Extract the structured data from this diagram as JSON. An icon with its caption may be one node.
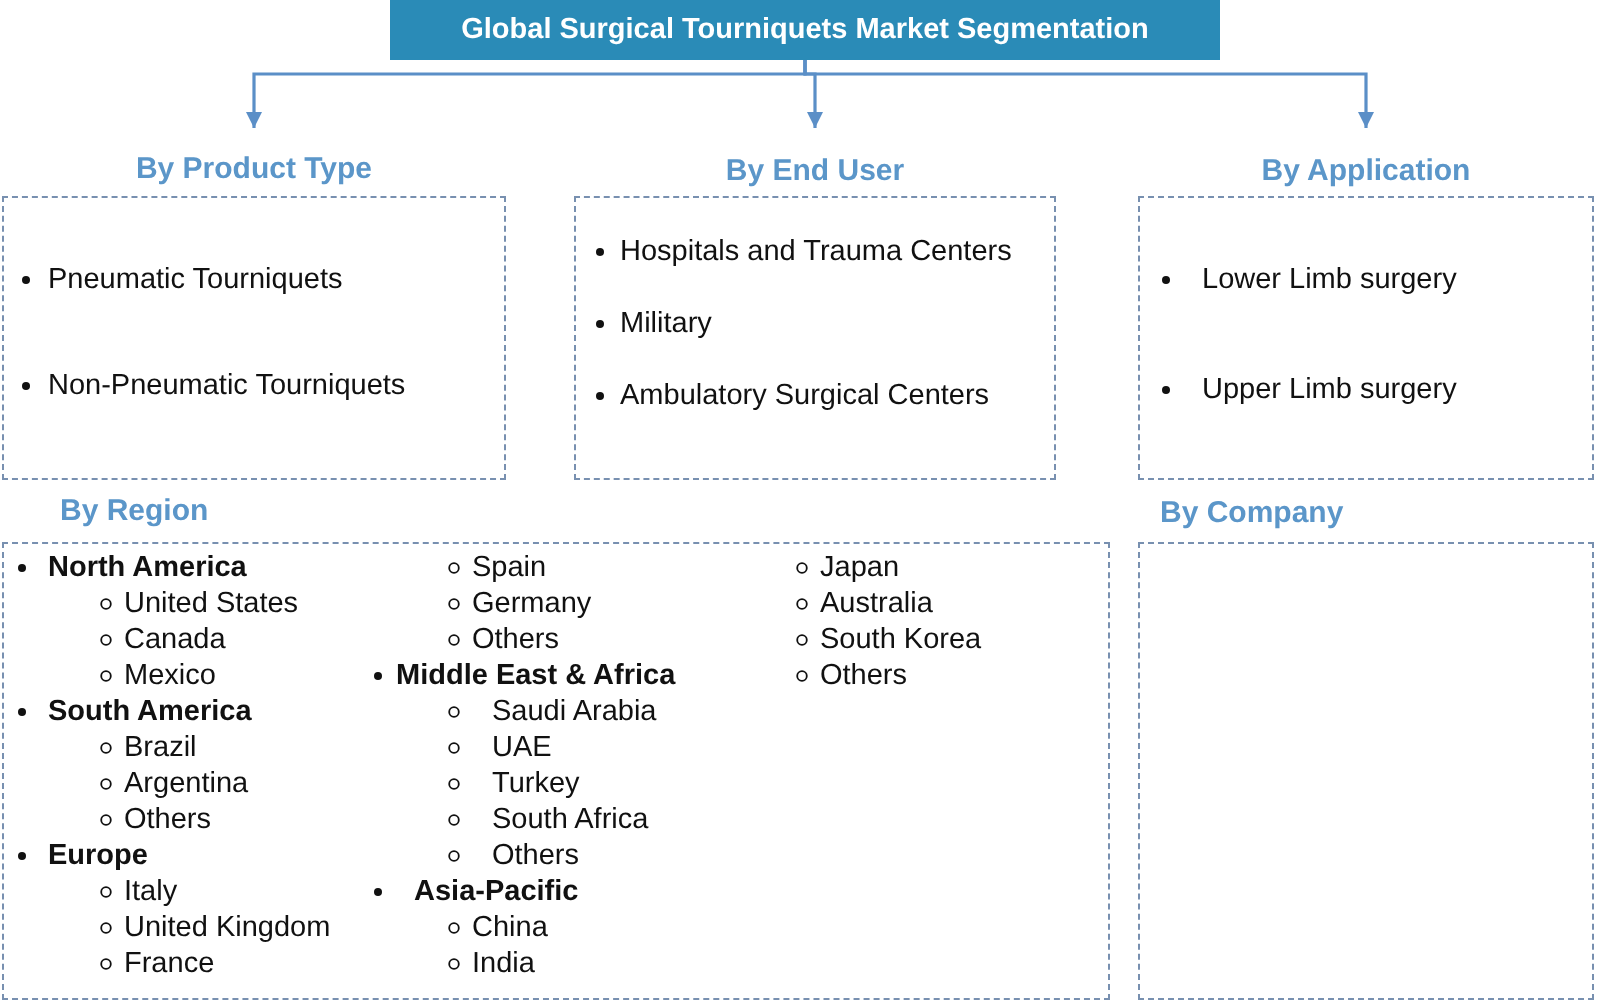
{
  "diagram": {
    "nodes": [
      {
        "text": [
          "Global Surgical Tourniquets Market Segmentation"
        ]
      },
      {
        "text": [
          "By Product Type",
          "Pneumatic Tourniquets",
          "Non-Pneumatic Tourniquets"
        ]
      },
      {
        "text": [
          "By End User",
          "Hospitals and Trauma Centers",
          "Military",
          "Ambulatory Surgical Centers"
        ]
      },
      {
        "text": [
          "By Application",
          "Lower Limb surgery",
          "Upper Limb surgery"
        ]
      },
      {
        "text": [
          "By Region",
          "North America",
          "United States",
          "Canada",
          "Mexico",
          "South America",
          "Brazil",
          "Argentina",
          "Others",
          "Europe",
          "Italy",
          "United Kingdom",
          "France",
          "Spain",
          "Germany",
          "Others",
          "Middle East & Africa",
          "Saudi Arabia",
          "UAE",
          "Turkey",
          "South Africa",
          "Others",
          "Asia-Pacific",
          "China",
          "India",
          "Japan",
          "Australia",
          "South Korea",
          "Others"
        ]
      },
      {
        "text": [
          "By Company"
        ]
      }
    ],
    "edges": [
      {
        "from": 0,
        "to": 1,
        "arrow": "to"
      },
      {
        "from": 0,
        "to": 2,
        "arrow": "to"
      },
      {
        "from": 0,
        "to": 3,
        "arrow": "to"
      }
    ]
  }
}
